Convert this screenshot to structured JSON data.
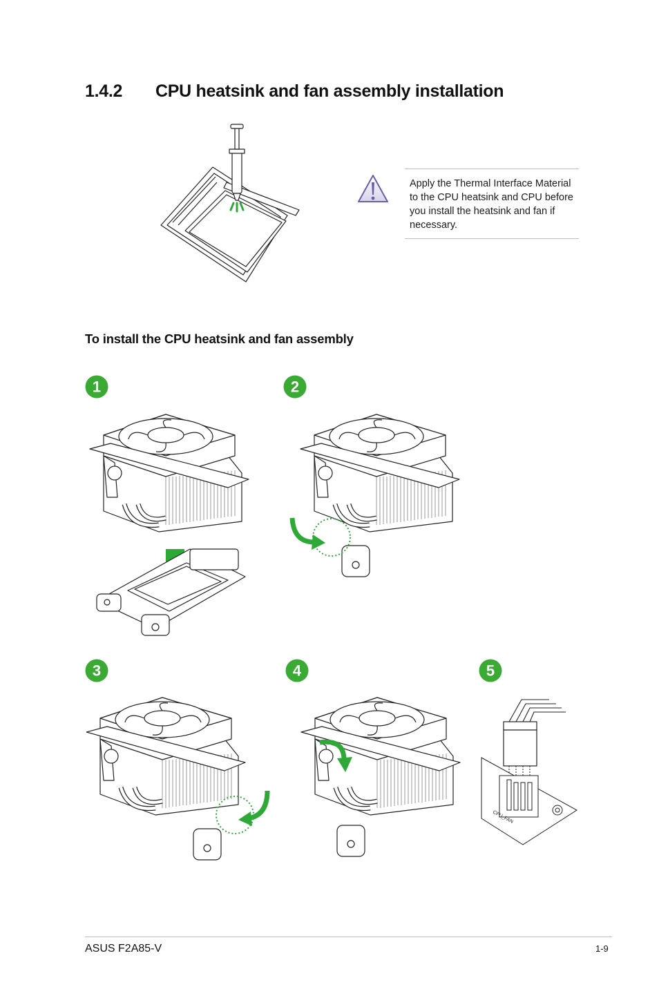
{
  "section": {
    "number": "1.4.2",
    "title": "CPU heatsink and fan assembly installation"
  },
  "caution": {
    "icon": "warning-triangle-icon",
    "text": "Apply the Thermal Interface Material to the CPU heatsink and CPU before you install the heatsink and fan if necessary."
  },
  "procedure": {
    "heading": "To install the CPU heatsink and fan assembly",
    "steps": [
      {
        "number": "1"
      },
      {
        "number": "2"
      },
      {
        "number": "3"
      },
      {
        "number": "4"
      },
      {
        "number": "5"
      }
    ],
    "connector_label": "CPU_FAN"
  },
  "footer": {
    "left": "ASUS F2A85-V",
    "right": "1-9"
  },
  "colors": {
    "accent_green": "#2ea836",
    "badge_green": "#3aaa35",
    "caution_purple": "#6b5ea8"
  }
}
